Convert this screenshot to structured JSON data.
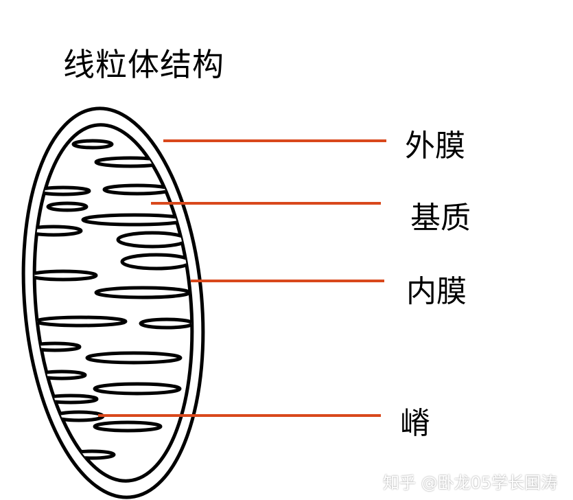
{
  "title": "线粒体结构",
  "labels": {
    "outer_membrane": "外膜",
    "matrix": "基质",
    "inner_membrane": "内膜",
    "cristae": "嵴"
  },
  "watermark": "知乎 @卧龙05学长国涛",
  "colors": {
    "leader_line": "#d9481c",
    "outline": "#000000",
    "background": "#ffffff"
  }
}
